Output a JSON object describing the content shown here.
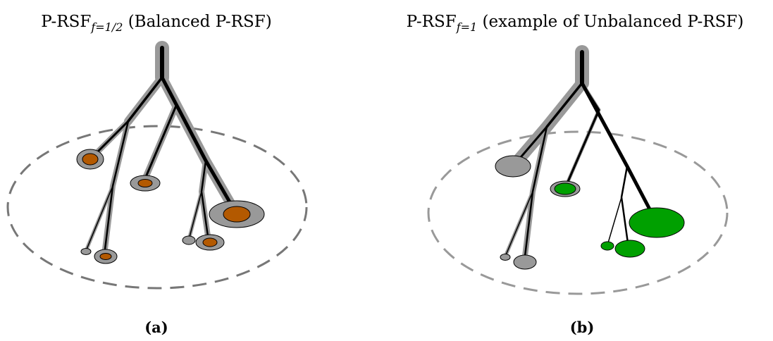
{
  "panels": {
    "a": {
      "title_main": "P-RSF",
      "title_sub": "f=1/2",
      "title_rest": " (Balanced P-RSF)",
      "caption": "(a)"
    },
    "b": {
      "title_main": "P-RSF",
      "title_sub": "f=1",
      "title_rest": " (example of Unbalanced P-RSF)",
      "caption": "(b)"
    }
  },
  "colors": {
    "tree_branch": "#000000",
    "flow_shading": "#999999",
    "node_outer": "#999999",
    "node_inner_balanced": "#b35900",
    "node_unbalanced": "#00a000",
    "dashed_region": "#777777"
  },
  "node_icons": {
    "balanced_node": "grey disc with orange core",
    "unbalanced_node": "green disc"
  }
}
